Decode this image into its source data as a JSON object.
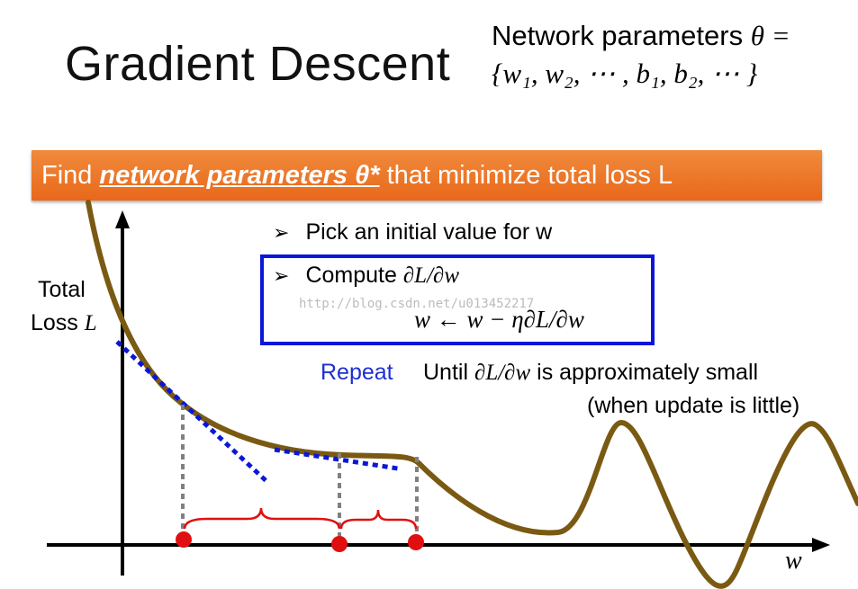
{
  "slide": {
    "title": "Gradient Descent",
    "params_line1_text": "Network parameters ",
    "params_line1_math": "θ =",
    "params_line2_math": "{w₁, w₂, ⋯ , b₁, b₂, ⋯ }",
    "banner": {
      "prefix": "Find",
      "highlight": "network parameters θ*",
      "suffix": "that minimize total loss L"
    },
    "steps": {
      "bullet_symbol": "➢",
      "step1": "Pick an initial value for w",
      "step2_text": "Compute ",
      "step2_math": "∂L/∂w",
      "update_rule": "w ← w − η∂L/∂w"
    },
    "repeat_label": "Repeat",
    "until_text": "Until ",
    "until_math": "∂L/∂w",
    "until_rest": " is approximately small",
    "when_text": "(when update is little)",
    "watermark": "http://blog.csdn.net/u013452217",
    "axis": {
      "ylabel_line1": "Total",
      "ylabel_line2_text": "Loss ",
      "ylabel_line2_math": "L",
      "xlabel": "w"
    },
    "colors": {
      "curve": "#7a5a12",
      "tangent": "#0a17d8",
      "banner": "#ec7628",
      "points": "#e01010",
      "update_box": "#0a17d8",
      "repeat": "#1f2fd0",
      "guides": "#808080"
    }
  }
}
